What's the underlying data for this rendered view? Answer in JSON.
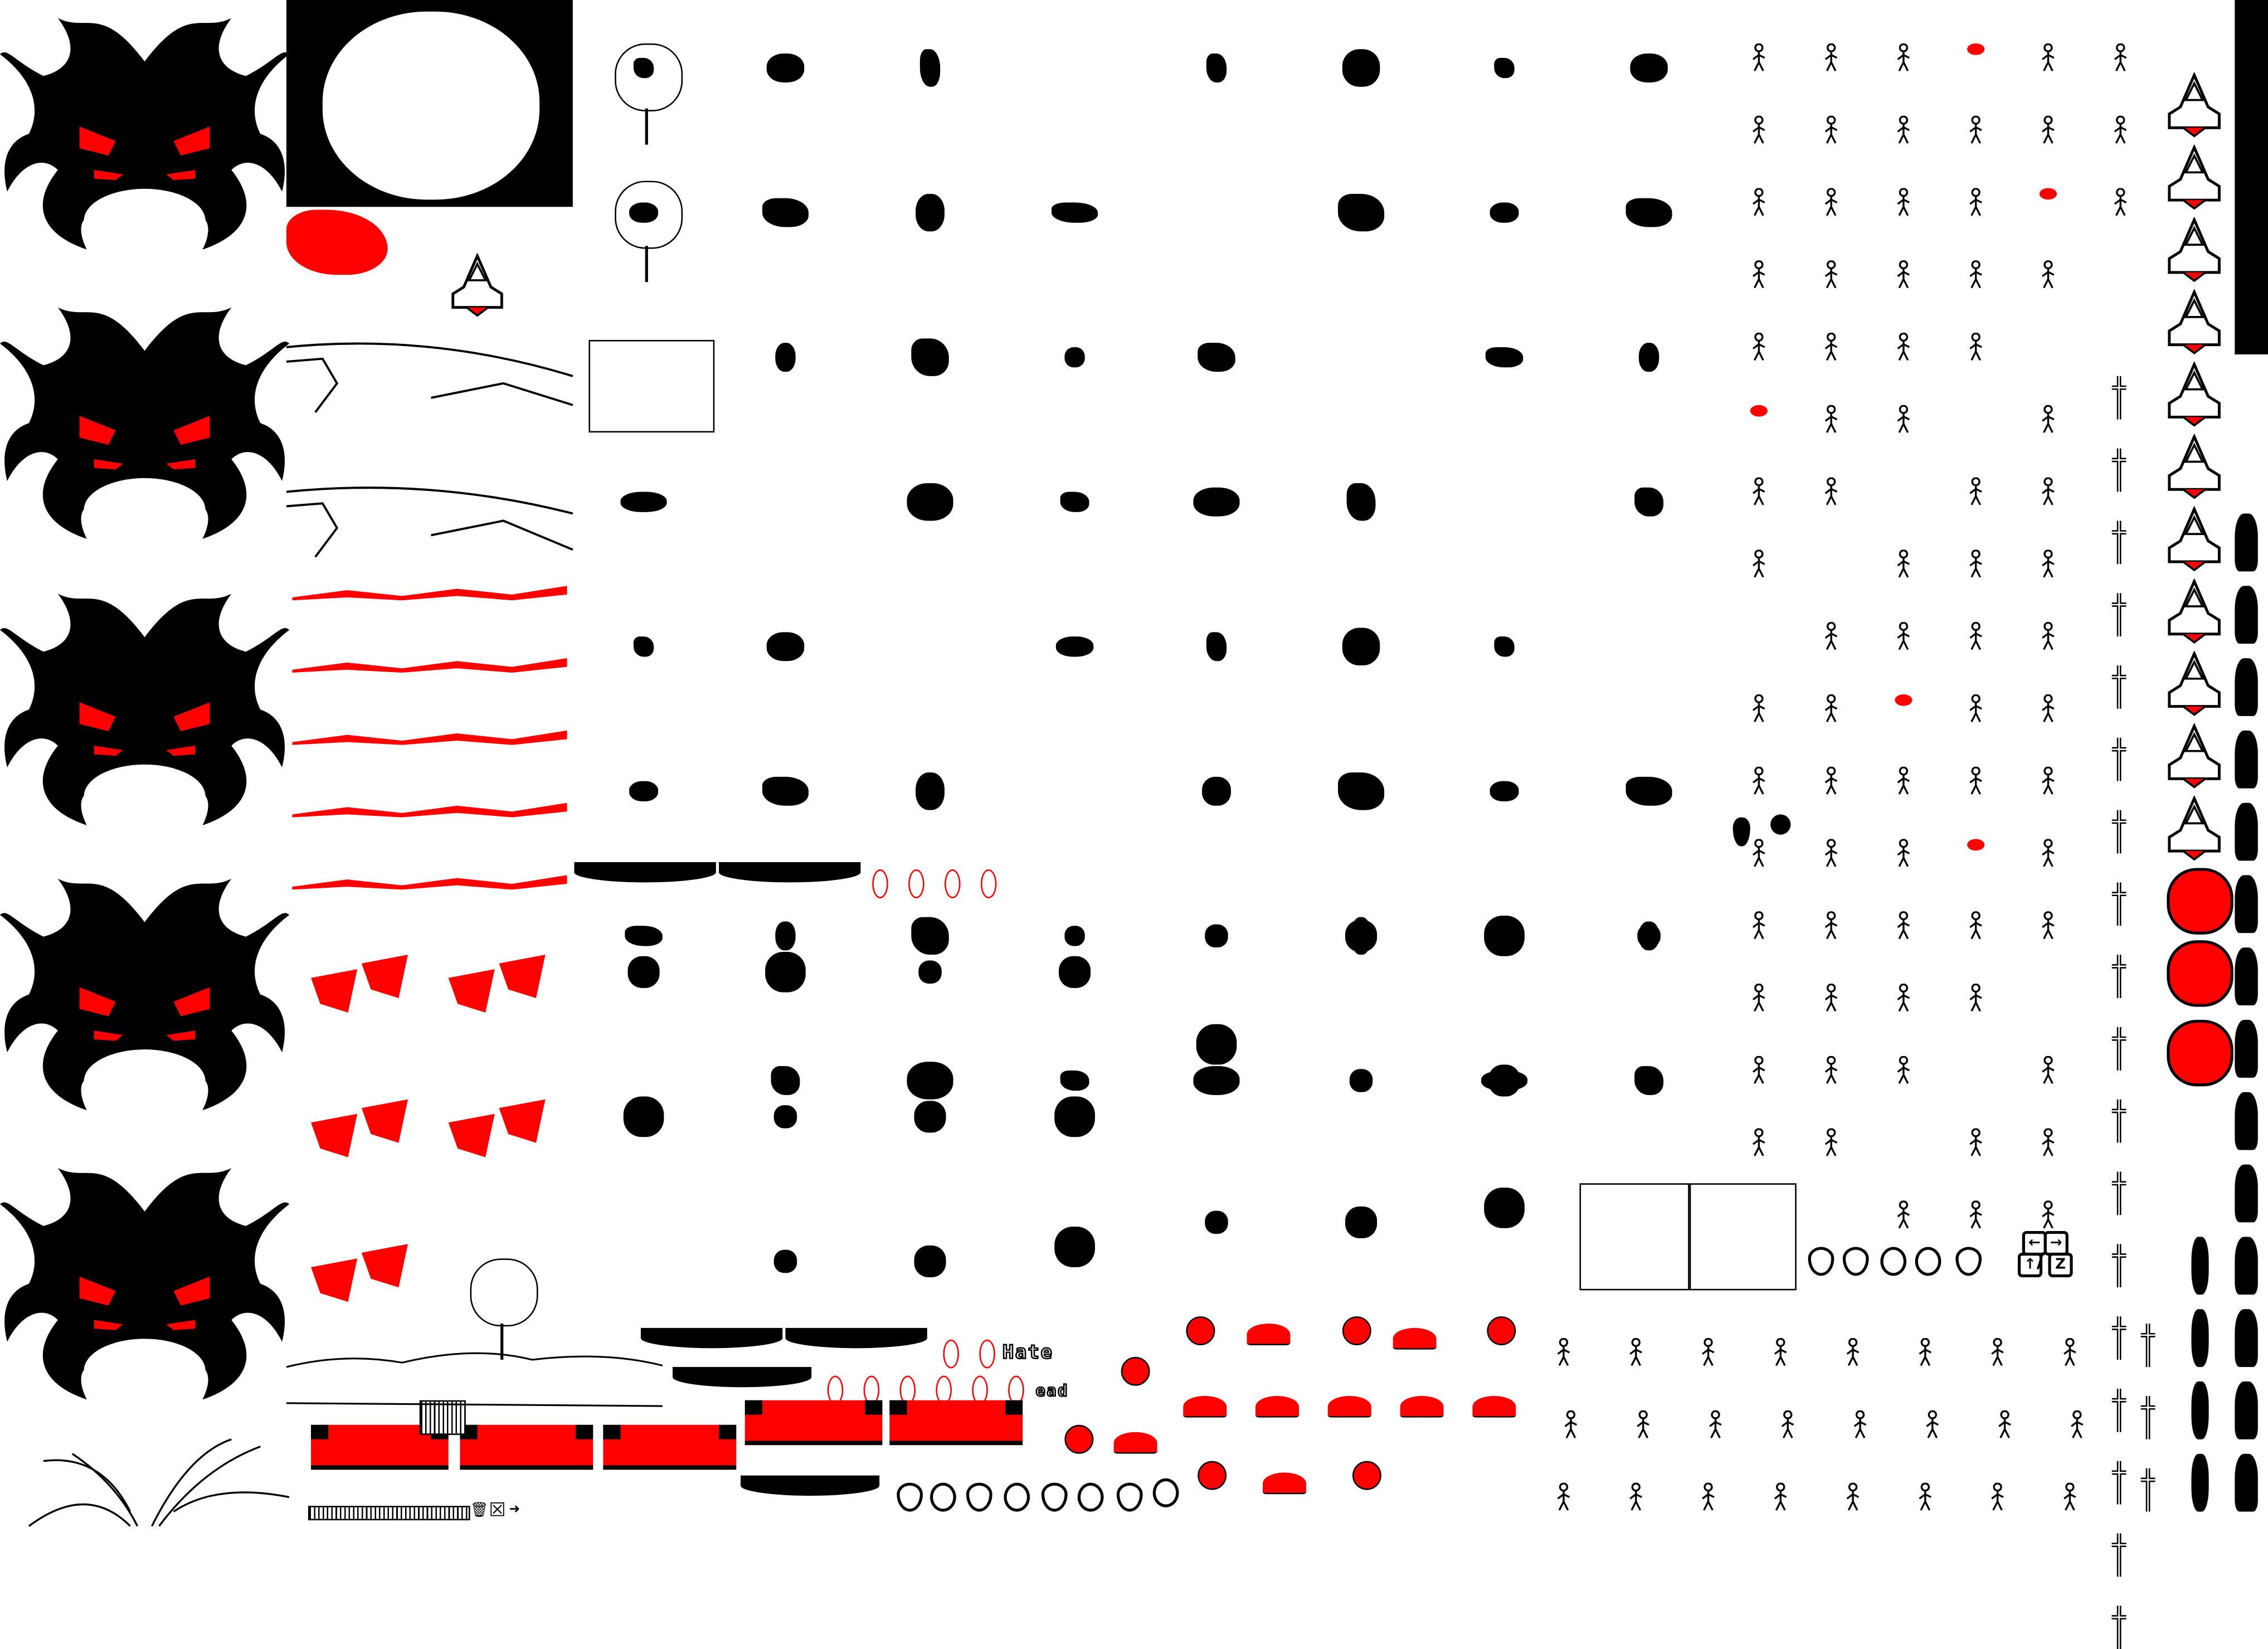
{
  "sheet": {
    "colors": {
      "ink": "#000000",
      "accent": "#ff0000",
      "paper": "#ffffff"
    },
    "title_letters": "Hate",
    "subtitle_letters": "ead",
    "controls": {
      "left": "←",
      "right": "→",
      "up": "↑",
      "separator": "/",
      "action": "Z"
    },
    "icons": [
      "trash-icon",
      "close-box-icon",
      "arrow-right-icon"
    ],
    "trash_glyph": "🗑",
    "close_glyph": "☒",
    "arrow_glyph": "➜"
  }
}
